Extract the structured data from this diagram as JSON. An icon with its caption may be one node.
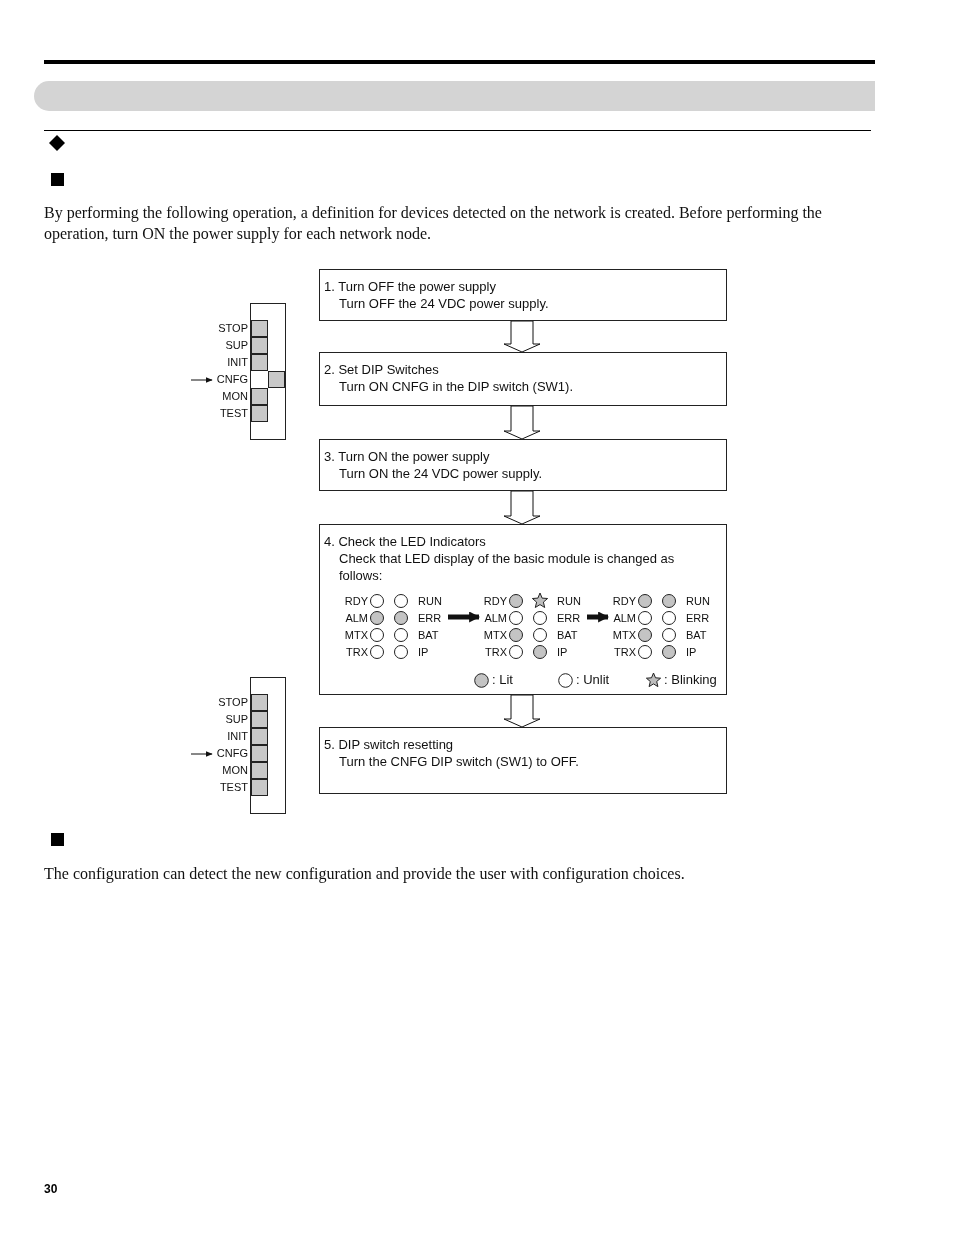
{
  "diagram": {
    "nodes": [
      {
        "text": [
          "1. Turn OFF the power supply",
          "Turn OFF the 24 VDC power supply."
        ]
      },
      {
        "text": [
          "STOP",
          "SUP",
          "INIT",
          "CNFG",
          "MON",
          "TEST"
        ]
      },
      {
        "text": [
          "2. Set DIP Switches",
          "Turn ON CNFG in the DIP switch (SW1)."
        ]
      },
      {
        "text": [
          "3. Turn ON the power supply",
          "Turn ON the 24 VDC power supply."
        ]
      },
      {
        "text": [
          "4. Check the LED Indicators",
          "Check that LED display of the basic module is changed as follows:"
        ]
      },
      {
        "text": [
          "RDY",
          "RUN",
          "ALM",
          "ERR",
          "MTX",
          "BAT",
          "TRX",
          "IP"
        ],
        "in": 4
      },
      {
        "text": [
          "RDY",
          "RUN",
          "ALM",
          "ERR",
          "MTX",
          "BAT",
          "TRX",
          "IP"
        ],
        "in": 4
      },
      {
        "text": [
          "RDY",
          "RUN",
          "ALM",
          "ERR",
          "MTX",
          "BAT",
          "TRX",
          "IP"
        ],
        "in": 4
      },
      {
        "text": [
          "STOP",
          "SUP",
          "INIT",
          "CNFG",
          "MON",
          "TEST"
        ]
      },
      {
        "text": [
          "5. DIP switch resetting",
          "Turn the CNFG DIP switch (SW1) to OFF."
        ]
      },
      {
        "text": [],
        "shape": "bar"
      }
    ],
    "edges": [
      {
        "from": 0,
        "to": 2,
        "arrow": "to"
      },
      {
        "from": 2,
        "to": 3,
        "arrow": "to"
      },
      {
        "from": 3,
        "to": 4,
        "arrow": "to"
      },
      {
        "from": 4,
        "to": 9,
        "arrow": "to"
      },
      {
        "from": 5,
        "to": 6,
        "arrow": "to",
        "style": "thick"
      },
      {
        "from": 6,
        "to": 7,
        "arrow": "to",
        "style": "thick"
      },
      {
        "from": null,
        "to": 1,
        "arrow": "to"
      },
      {
        "from": null,
        "to": 8,
        "arrow": "to"
      }
    ],
    "labels": [
      "By performing the following operation, a definition for devices detected on the network is created. Before performing the operation, turn ON the power supply for each network node.",
      "The configuration can detect the new configuration and provide the user with configuration choices.",
      "30"
    ],
    "legend": [
      {
        "text": ": Lit"
      },
      {
        "text": ": Unlit"
      },
      {
        "text": ": Blinking"
      }
    ]
  }
}
